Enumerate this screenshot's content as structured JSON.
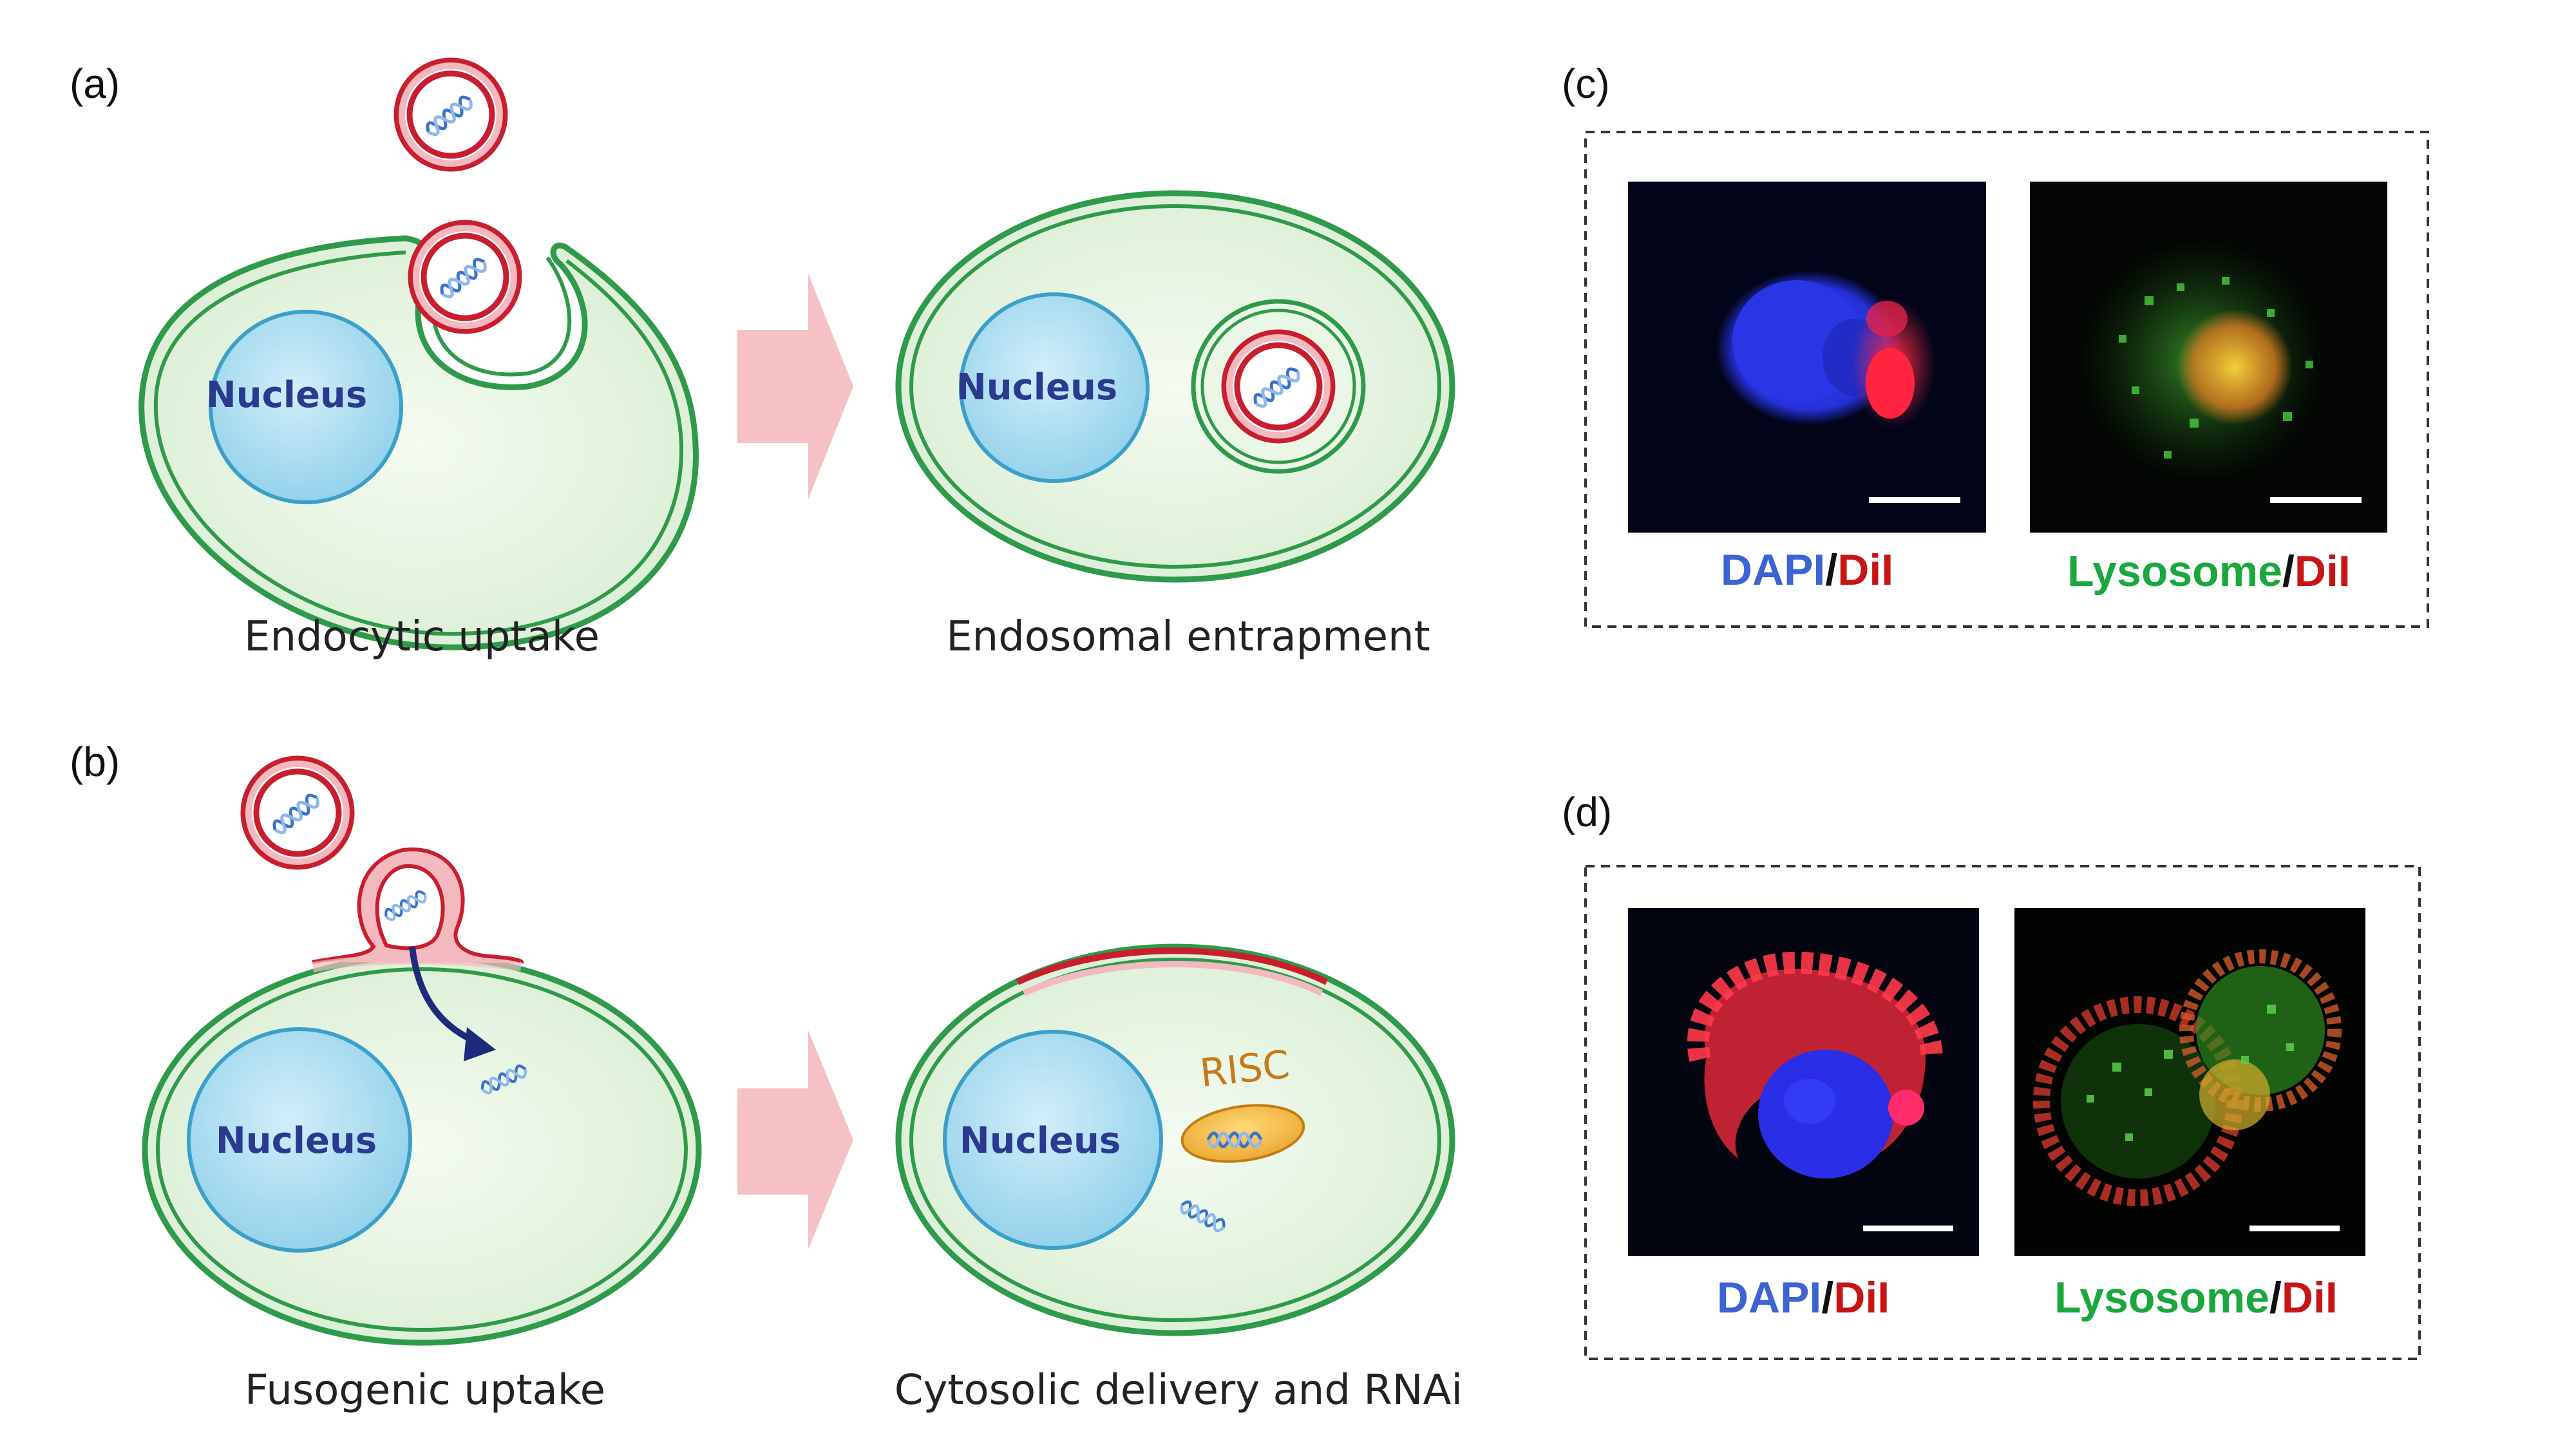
{
  "panels": {
    "a": {
      "label": "(a)",
      "caption_left": "Endocytic uptake",
      "caption_right": "Endosomal entrapment",
      "nucleus_left": "Nucleus",
      "nucleus_right": "Nucleus"
    },
    "b": {
      "label": "(b)",
      "caption_left": "Fusogenic uptake",
      "caption_right": "Cytosolic delivery and RNAi",
      "nucleus_left": "Nucleus",
      "nucleus_right": "Nucleus",
      "risc": "RISC"
    },
    "c": {
      "label": "(c)",
      "stain_left": {
        "first": "DAPI",
        "sep": "/",
        "second": "DiI"
      },
      "stain_right": {
        "first": "Lysosome",
        "sep": "/",
        "second": "DiI"
      }
    },
    "d": {
      "label": "(d)",
      "stain_left": {
        "first": "DAPI",
        "sep": "/",
        "second": "DiI"
      },
      "stain_right": {
        "first": "Lysosome",
        "sep": "/",
        "second": "DiI"
      }
    }
  },
  "colors": {
    "membrane_green": "#2e9a4a",
    "cytoplasm": "#e4f3df",
    "nucleus_fill": "#9fd7ec",
    "nucleus_stroke": "#3aa0c9",
    "liposome_red": "#c81e2e",
    "liposome_fill": "#f4b9bf",
    "arrow_pink": "#f5c1c4",
    "dapi_blue": "#3c63d2",
    "dil_red": "#c81414",
    "lysosome_green": "#1aa83c"
  }
}
